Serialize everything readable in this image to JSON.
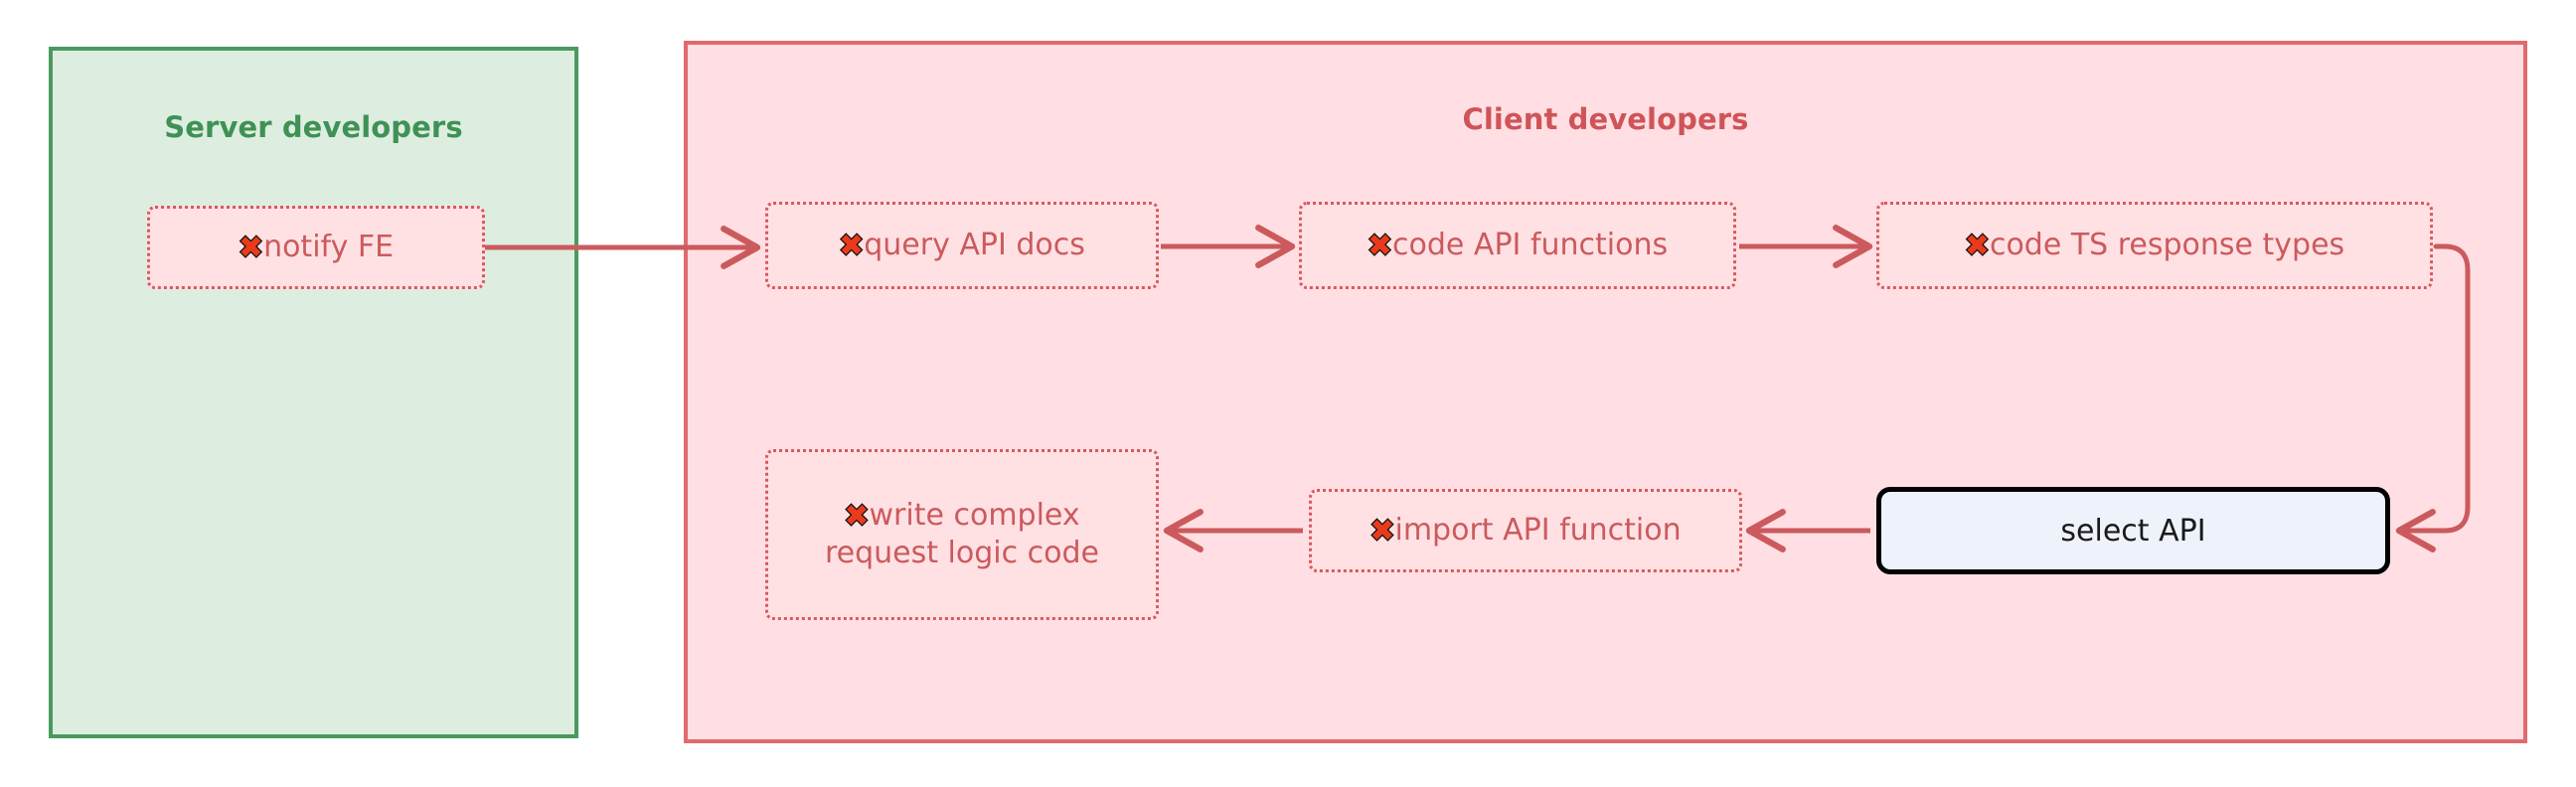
{
  "diagram": {
    "type": "flowchart",
    "title_hidden": true,
    "background": "#ffffff",
    "icon_glyph": "✖",
    "colors": {
      "server_border": "#4a9a5e",
      "server_fill": "#ddeee0",
      "server_text": "#3f9155",
      "client_border": "#e06a6f",
      "client_fill": "#ffdfe3",
      "client_text": "#cf5458",
      "node_fill": "#ffe1e4",
      "node_border": "#d9595e",
      "node_text": "#cb5a5d",
      "edge": "#cb5a5d",
      "highlight_fill": "#eef2fb",
      "highlight_border": "#000000",
      "x_icon_red": "#ea3a1c",
      "x_icon_outline": "#111111"
    }
  },
  "containers": [
    {
      "id": "server",
      "title": "Server developers",
      "style": "green"
    },
    {
      "id": "client",
      "title": "Client developers",
      "style": "red"
    }
  ],
  "nodes": {
    "notify_fe": {
      "label": "notify FE",
      "has_x_icon": true,
      "container": "server",
      "style": "dotted"
    },
    "query_api_docs": {
      "label": "query API docs",
      "has_x_icon": true,
      "container": "client",
      "style": "dotted"
    },
    "code_api_functions": {
      "label": "code API functions",
      "has_x_icon": true,
      "container": "client",
      "style": "dotted"
    },
    "code_ts_response_types": {
      "label": "code TS response types",
      "has_x_icon": true,
      "container": "client",
      "style": "dotted"
    },
    "select_api": {
      "label": "select API",
      "has_x_icon": false,
      "container": "client",
      "style": "solid-highlight"
    },
    "import_api_function": {
      "label": "import API function",
      "has_x_icon": true,
      "container": "client",
      "style": "dotted"
    },
    "write_complex_request_logic_code": {
      "label_line1": "write complex",
      "label_line2": "request logic code",
      "has_x_icon": true,
      "container": "client",
      "style": "dotted"
    }
  },
  "edges": [
    {
      "from": "notify_fe",
      "to": "query_api_docs",
      "direction": "right"
    },
    {
      "from": "query_api_docs",
      "to": "code_api_functions",
      "direction": "right"
    },
    {
      "from": "code_api_functions",
      "to": "code_ts_response_types",
      "direction": "right"
    },
    {
      "from": "code_ts_response_types",
      "to": "select_api",
      "direction": "curve-right-down-left"
    },
    {
      "from": "select_api",
      "to": "import_api_function",
      "direction": "left"
    },
    {
      "from": "import_api_function",
      "to": "write_complex_request_logic_code",
      "direction": "left"
    }
  ]
}
